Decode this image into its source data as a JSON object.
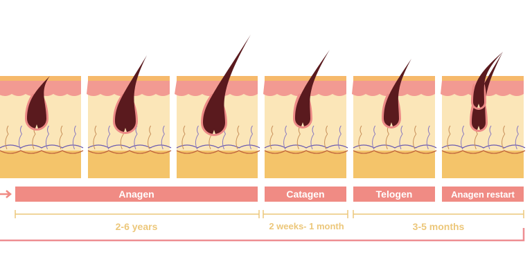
{
  "phases": [
    {
      "label": "Anagen"
    },
    {
      "label": "Catagen"
    },
    {
      "label": "Telogen"
    },
    {
      "label": "Anagen restart"
    }
  ],
  "durations": [
    {
      "label": "2-6 years"
    },
    {
      "label": "2 weeks- 1 month"
    },
    {
      "label": "3-5 months"
    }
  ],
  "colors": {
    "phase_bar": "#f08b84",
    "duration_line": "#ecc77a",
    "skin_pink": "#f29a92",
    "dermis": "#fbe6b8",
    "fat": "#f4c46a",
    "hair": "#5a1a1e"
  }
}
